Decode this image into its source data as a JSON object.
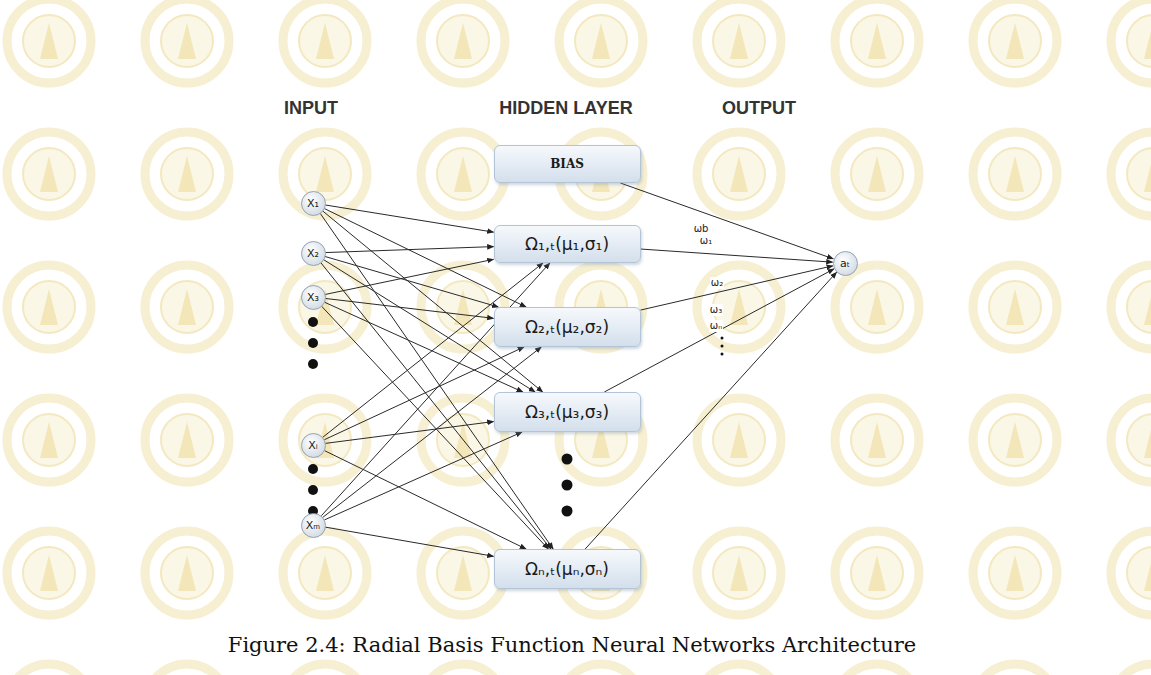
{
  "diagram": {
    "caption": "Figure 2.4: Radial Basis Function Neural Networks Architecture",
    "nodes": [
      {
        "text": [
          "X₁"
        ]
      },
      {
        "text": [
          "X₂"
        ]
      },
      {
        "text": [
          "X₃"
        ]
      },
      {
        "text": [
          "Xᵢ"
        ]
      },
      {
        "text": [
          "Xₘ"
        ]
      },
      {
        "text": [
          "BIAS"
        ]
      },
      {
        "text": [
          "Ω₁,ₜ(μ₁,σ₁)"
        ]
      },
      {
        "text": [
          "Ω₂,ₜ(μ₂,σ₂)"
        ]
      },
      {
        "text": [
          "Ω₃,ₜ(μ₃,σ₃)"
        ]
      },
      {
        "text": [
          "Ωₙ,ₜ(μₙ,σₙ)"
        ]
      },
      {
        "text": [
          "aₜ"
        ]
      }
    ],
    "edges": [
      {
        "from": 0,
        "to": 6,
        "arrow": "to"
      },
      {
        "from": 0,
        "to": 7,
        "arrow": "to"
      },
      {
        "from": 0,
        "to": 8,
        "arrow": "to"
      },
      {
        "from": 0,
        "to": 9,
        "arrow": "to"
      },
      {
        "from": 1,
        "to": 6,
        "arrow": "to"
      },
      {
        "from": 1,
        "to": 7,
        "arrow": "to"
      },
      {
        "from": 1,
        "to": 8,
        "arrow": "to"
      },
      {
        "from": 1,
        "to": 9,
        "arrow": "to"
      },
      {
        "from": 2,
        "to": 6,
        "arrow": "to"
      },
      {
        "from": 2,
        "to": 7,
        "arrow": "to"
      },
      {
        "from": 2,
        "to": 8,
        "arrow": "to"
      },
      {
        "from": 2,
        "to": 9,
        "arrow": "to"
      },
      {
        "from": 3,
        "to": 6,
        "arrow": "to"
      },
      {
        "from": 3,
        "to": 7,
        "arrow": "to"
      },
      {
        "from": 3,
        "to": 8,
        "arrow": "to"
      },
      {
        "from": 3,
        "to": 9,
        "arrow": "to"
      },
      {
        "from": 4,
        "to": 6,
        "arrow": "to"
      },
      {
        "from": 4,
        "to": 7,
        "arrow": "to"
      },
      {
        "from": 4,
        "to": 8,
        "arrow": "to"
      },
      {
        "from": 4,
        "to": 9,
        "arrow": "to"
      },
      {
        "from": 5,
        "to": 10,
        "label": "ωb",
        "arrow": "to"
      },
      {
        "from": 6,
        "to": 10,
        "label": "ω₁",
        "arrow": "to"
      },
      {
        "from": 7,
        "to": 10,
        "label": "ω₂",
        "arrow": "to"
      },
      {
        "from": 8,
        "to": 10,
        "label": "ω₃",
        "arrow": "to"
      },
      {
        "from": 9,
        "to": 10,
        "label": "ωₙ",
        "arrow": "to"
      }
    ],
    "labels": [
      "INPUT",
      "HIDDEN LAYER",
      "OUTPUT"
    ]
  }
}
